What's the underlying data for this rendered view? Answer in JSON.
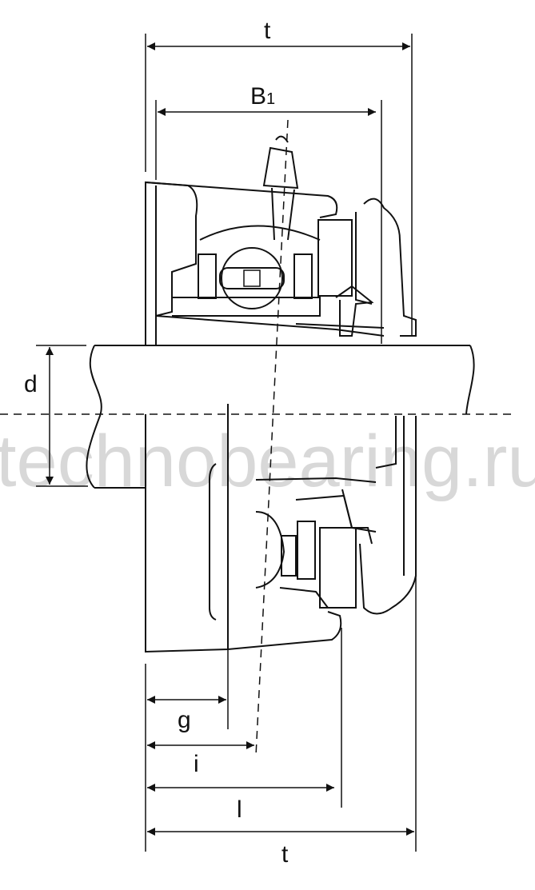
{
  "watermark": "technobearing.ru",
  "labels": {
    "t_top": "t",
    "b1": "B",
    "b1_sub": "1",
    "d": "d",
    "g": "g",
    "i": "i",
    "l": "l",
    "t_bottom": "t"
  }
}
